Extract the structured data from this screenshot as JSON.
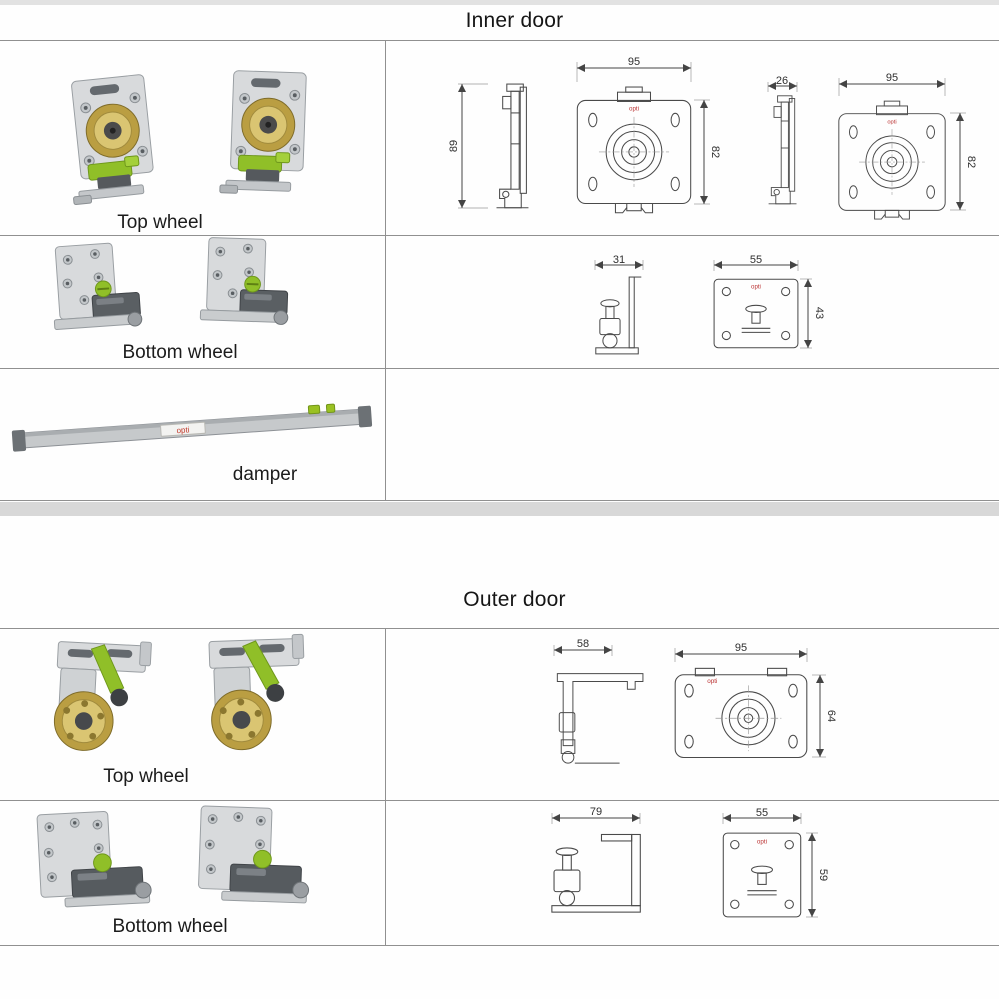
{
  "brand": {
    "name": "opti"
  },
  "inner_door": {
    "title": "Inner door",
    "rows": {
      "top": {
        "label": "Top wheel"
      },
      "bottom": {
        "label": "Bottom wheel"
      },
      "damper": {
        "label": "damper"
      }
    },
    "dims": {
      "top_side_height": "89",
      "top_front_width": "95",
      "top_front_height": "82",
      "top_side2_width": "26",
      "top_front2_width": "95",
      "top_front2_height": "82",
      "bottom_side_width": "31",
      "bottom_front_width": "55",
      "bottom_front_height": "43"
    }
  },
  "outer_door": {
    "title": "Outer door",
    "rows": {
      "top": {
        "label": "Top wheel"
      },
      "bottom": {
        "label": "Bottom wheel"
      }
    },
    "dims": {
      "top_side_width": "58",
      "top_front_width": "95",
      "top_front_height": "64",
      "bottom_side_width": "79",
      "bottom_front_width": "55",
      "bottom_front_height": "59"
    }
  }
}
